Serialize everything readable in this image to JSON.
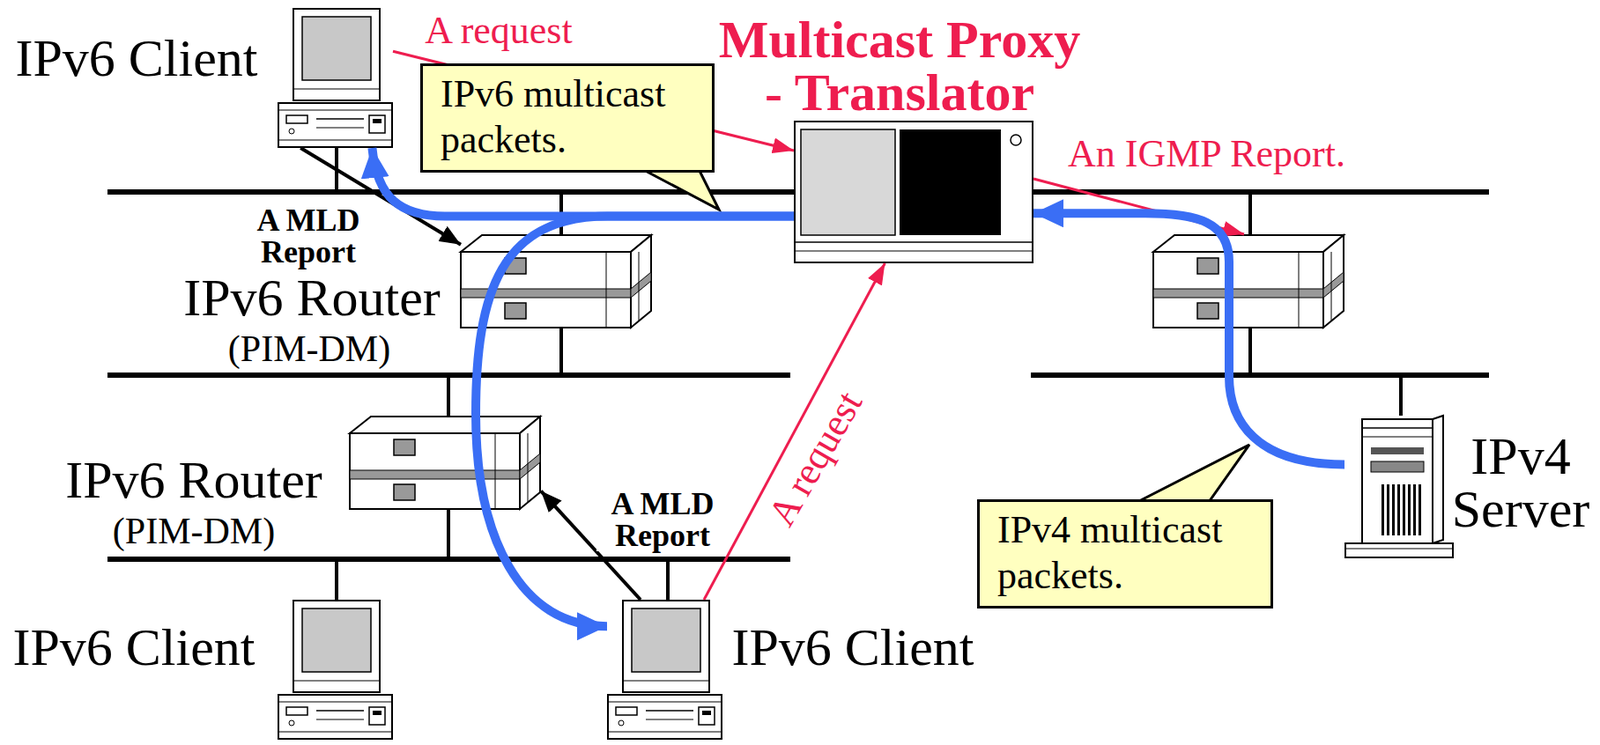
{
  "diagram": {
    "nodes": [
      {
        "text": [
          "IPv6 Client"
        ]
      },
      {
        "text": [
          "Multicast Proxy - Translator"
        ]
      },
      {
        "text": [
          "IPv6 multicast packets."
        ]
      },
      {
        "text": [
          "IPv6 Router",
          "(PIM-DM)"
        ]
      },
      {
        "text": [
          "IPv6 Router",
          "(PIM-DM)"
        ]
      },
      {
        "text": [
          "IPv4 Server"
        ]
      },
      {
        "text": [
          "IPv4 multicast packets."
        ]
      },
      {
        "text": [
          "IPv6 Client"
        ]
      },
      {
        "text": [
          "IPv6 Client"
        ]
      }
    ],
    "edges": [
      {
        "from": 0,
        "to": 1,
        "arrow": "to",
        "label": "A request"
      },
      {
        "from": 8,
        "to": 1,
        "arrow": "to",
        "label": "A request"
      },
      {
        "from": 0,
        "to": 3,
        "arrow": "to",
        "label": "A MLD Report"
      },
      {
        "from": 8,
        "to": 4,
        "arrow": "to",
        "label": "A MLD Report"
      },
      {
        "from": 5,
        "to": 1,
        "arrow": "to"
      },
      {
        "from": 1,
        "to": 0,
        "arrow": "to"
      },
      {
        "from": 1,
        "to": 8,
        "arrow": "to"
      }
    ],
    "labels": [
      "An IGMP Report."
    ]
  }
}
